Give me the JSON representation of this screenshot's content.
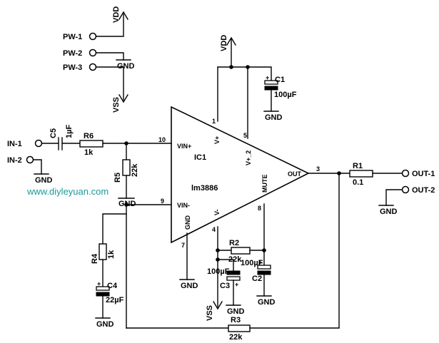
{
  "watermark": "www.diyleyuan.com",
  "power": {
    "vdd": "VDD",
    "vss": "VSS",
    "gnd": "GND",
    "pw1": "PW-1",
    "pw2": "PW-2",
    "pw3": "PW-3"
  },
  "io": {
    "in1": "IN-1",
    "in2": "IN-2",
    "out1": "OUT-1",
    "out2": "OUT-2"
  },
  "ic": {
    "ref": "IC1",
    "part": "lm3886",
    "pins": {
      "vin_plus": "VIN+",
      "vin_minus": "VIN-",
      "v_plus": "V+",
      "v_plus_2": "V+_2",
      "v_minus": "V-",
      "gnd": "GND",
      "mute": "MUTE",
      "out": "OUT"
    },
    "pin_numbers": {
      "p1": "1",
      "p3": "3",
      "p4": "4",
      "p5": "5",
      "p7": "7",
      "p8": "8",
      "p9": "9",
      "p10": "10"
    }
  },
  "components": {
    "c1": {
      "ref": "C1",
      "value": "100µF"
    },
    "c2": {
      "ref": "C2",
      "value": "100µF"
    },
    "c3": {
      "ref": "C3",
      "value": "100µF"
    },
    "c4": {
      "ref": "C4",
      "value": "22µF"
    },
    "c5": {
      "ref": "C5",
      "value": "1µF"
    },
    "r1": {
      "ref": "R1",
      "value": "0.1"
    },
    "r2": {
      "ref": "R2",
      "value": "22k"
    },
    "r3": {
      "ref": "R3",
      "value": "22k"
    },
    "r4": {
      "ref": "R4",
      "value": "1k"
    },
    "r5": {
      "ref": "R5",
      "value": "22k"
    },
    "r6": {
      "ref": "R6",
      "value": "1k"
    }
  },
  "plus_sign": "+"
}
